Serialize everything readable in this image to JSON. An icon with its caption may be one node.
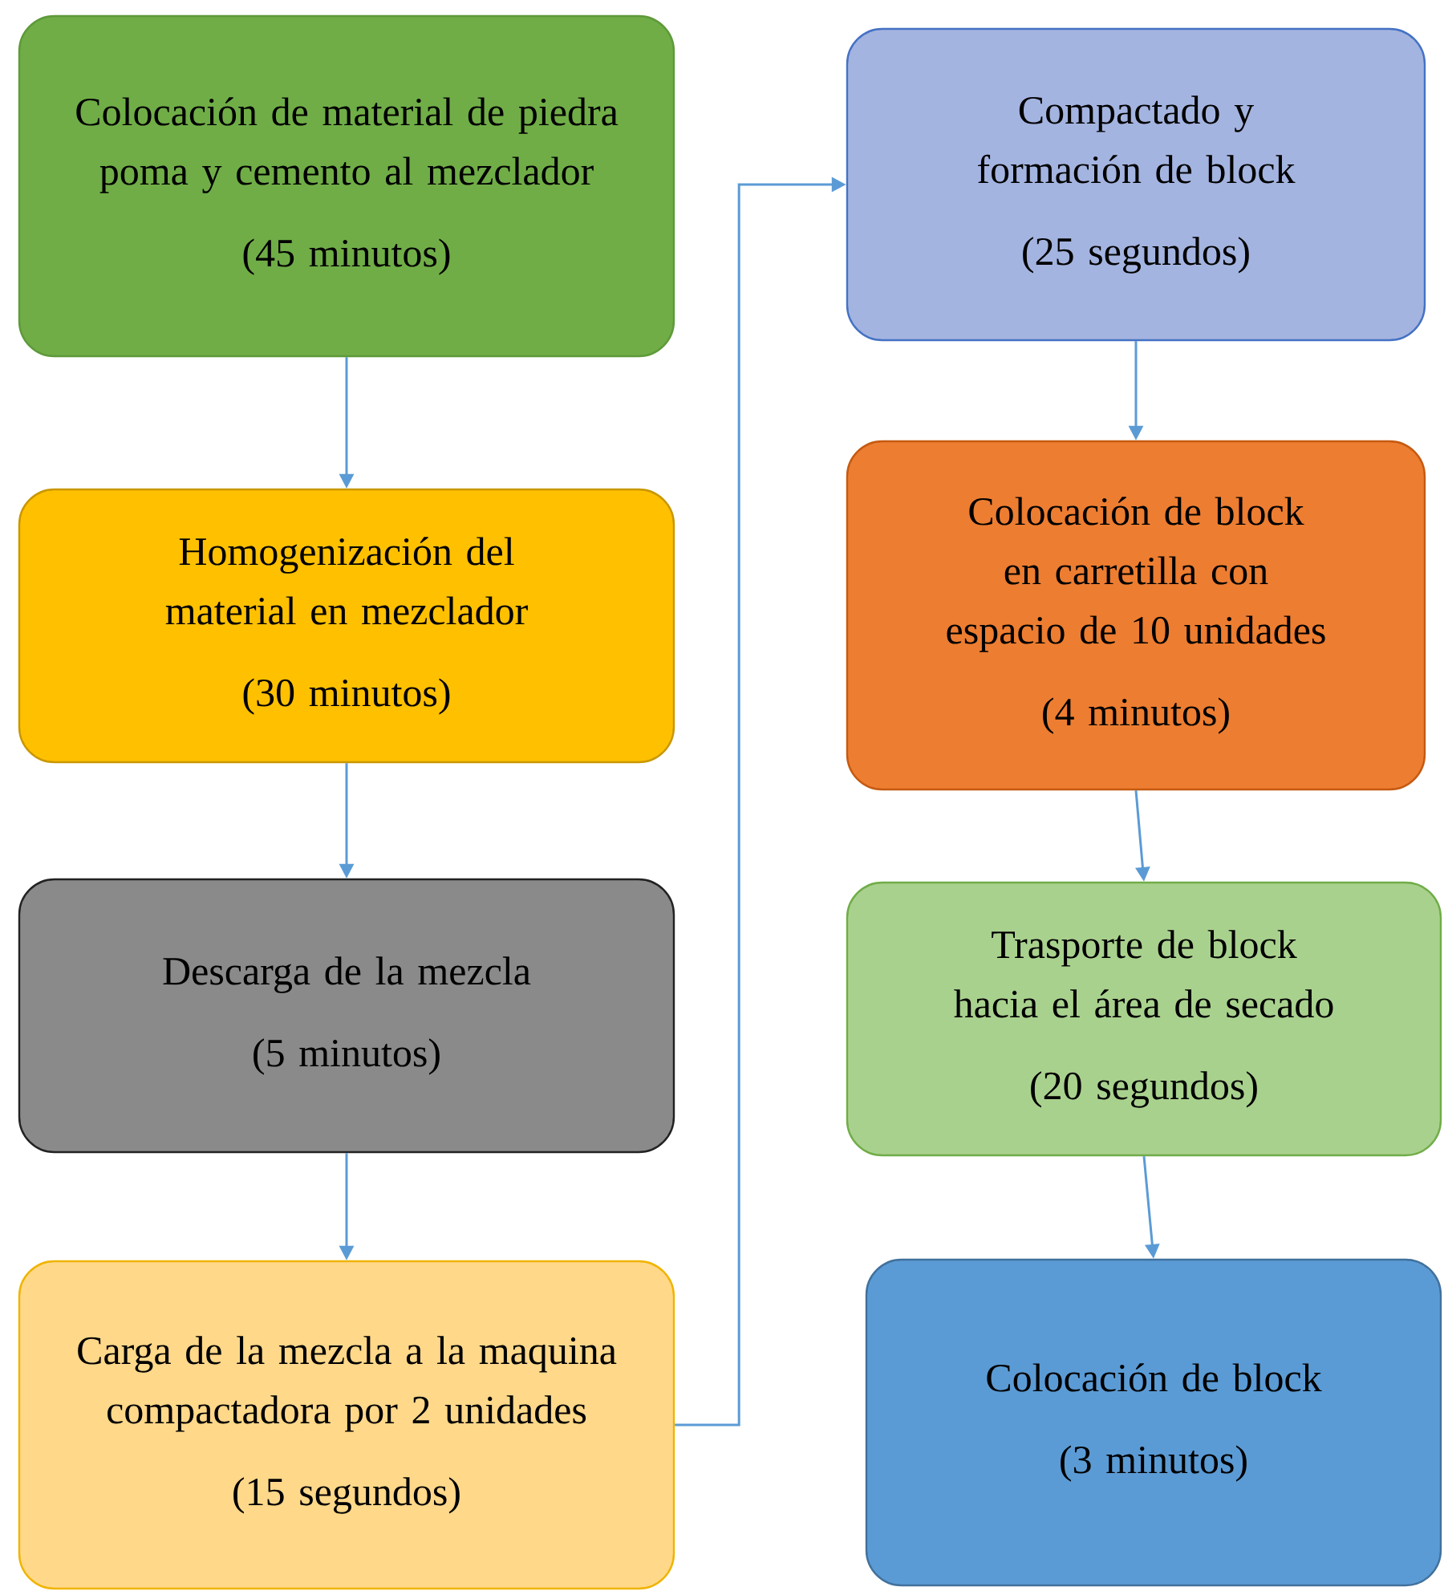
{
  "diagram": {
    "nodes": [
      {
        "text": [
          "Colocación de material de piedra poma y cemento al mezclador",
          "(45 minutos)"
        ]
      },
      {
        "text": [
          "Homogenización del material en mezclador",
          "(30 minutos)"
        ]
      },
      {
        "text": [
          "Descarga de la mezcla",
          "(5 minutos)"
        ]
      },
      {
        "text": [
          "Carga de la mezcla a la maquina compactadora por 2 unidades",
          "(15 segundos)"
        ]
      },
      {
        "text": [
          "Compactado y formación de block",
          "(25 segundos)"
        ]
      },
      {
        "text": [
          "Colocación de block en carretilla con espacio de 10 unidades",
          "(4 minutos)"
        ]
      },
      {
        "text": [
          "Trasporte de block hacia el área de secado",
          "(20 segundos)"
        ]
      },
      {
        "text": [
          "Colocación de block",
          "(3 minutos)"
        ]
      }
    ],
    "edges": [
      {
        "from": 0,
        "to": 1,
        "arrow": "to"
      },
      {
        "from": 1,
        "to": 2,
        "arrow": "to"
      },
      {
        "from": 2,
        "to": 3,
        "arrow": "to"
      },
      {
        "from": 3,
        "to": 4,
        "arrow": "to"
      },
      {
        "from": 4,
        "to": 5,
        "arrow": "to"
      },
      {
        "from": 5,
        "to": 6,
        "arrow": "to"
      },
      {
        "from": 6,
        "to": 7,
        "arrow": "to"
      }
    ]
  }
}
